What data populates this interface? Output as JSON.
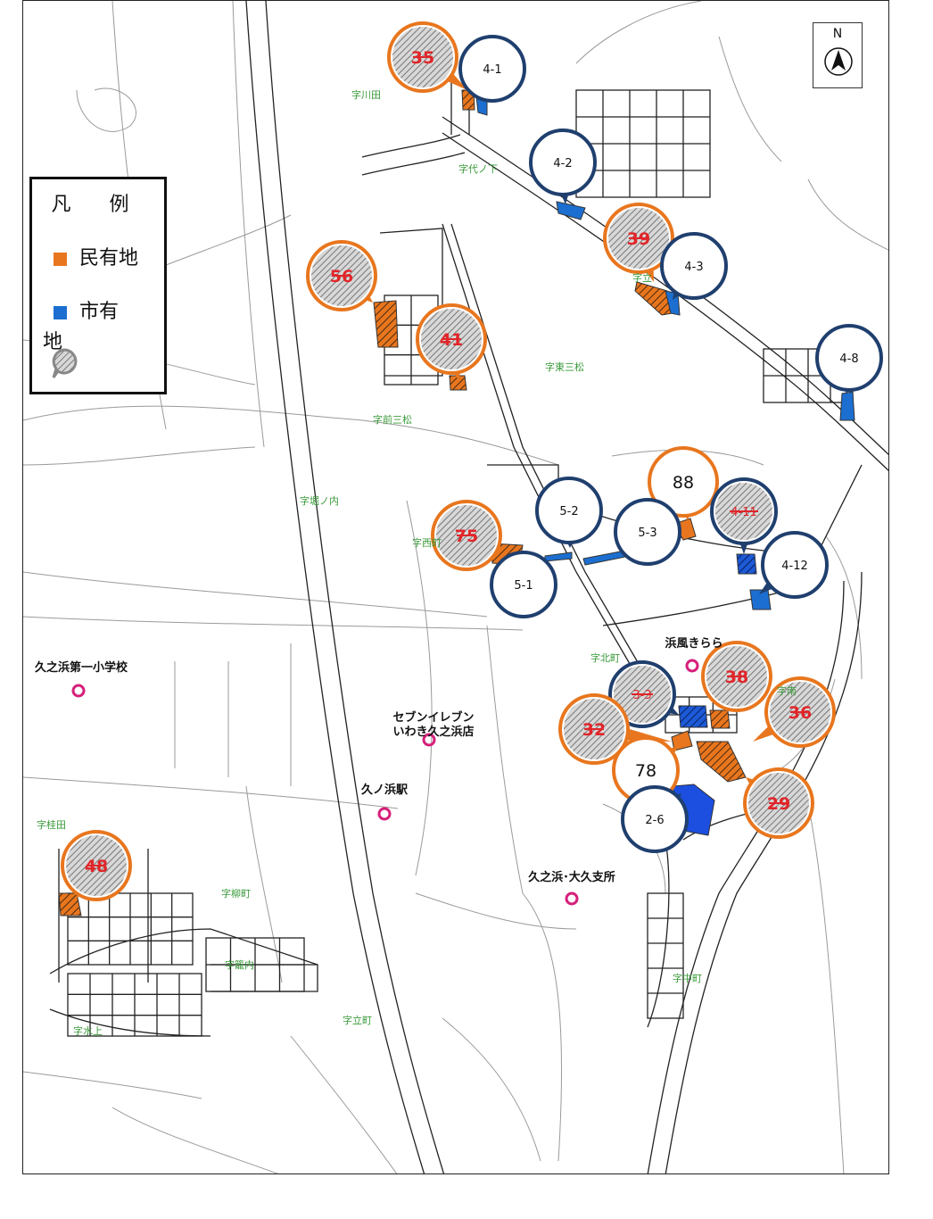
{
  "legend": {
    "title": "凡 例",
    "private_label": "民有地",
    "city_label": "市有",
    "orphan_char": "地",
    "private_color": "#e8761e",
    "city_color": "#1c6fd0",
    "marker_icon": "hatched-pin-icon"
  },
  "north": {
    "label": "N",
    "icon": "north-arrow-icon"
  },
  "places": [
    {
      "id": "kawada",
      "label": "字川田"
    },
    {
      "id": "shiroshita",
      "label": "字代ノ下"
    },
    {
      "id": "tachi",
      "label": "字立"
    },
    {
      "id": "higashisanmatsu",
      "label": "字東三松"
    },
    {
      "id": "maesanmatsu",
      "label": "字前三松"
    },
    {
      "id": "horinouchi",
      "label": "字堀ノ内"
    },
    {
      "id": "nishimachi",
      "label": "字西町"
    },
    {
      "id": "kitamachi",
      "label": "字北町"
    },
    {
      "id": "minami",
      "label": "字南"
    },
    {
      "id": "katsuramachi",
      "label": "字桂田"
    },
    {
      "id": "yanagimachi",
      "label": "字柳町"
    },
    {
      "id": "kagouchi",
      "label": "字籠内"
    },
    {
      "id": "mizukami",
      "label": "字水上"
    },
    {
      "id": "tatemachi",
      "label": "字立町"
    },
    {
      "id": "nakamachi",
      "label": "字中町"
    }
  ],
  "landmarks": [
    {
      "id": "school",
      "label": "久之浜第一小学校"
    },
    {
      "id": "seven",
      "label": "セブンイレブン\nいわき久之浜店"
    },
    {
      "id": "station",
      "label": "久ノ浜駅"
    },
    {
      "id": "kirara",
      "label": "浜風きらら"
    },
    {
      "id": "office",
      "label": "久之浜･大久支所"
    }
  ],
  "markers": [
    {
      "id": "35",
      "label": "35",
      "kind": "private",
      "struck": true
    },
    {
      "id": "4-1",
      "label": "4-1",
      "kind": "city",
      "struck": false
    },
    {
      "id": "4-2",
      "label": "4-2",
      "kind": "city",
      "struck": false
    },
    {
      "id": "39",
      "label": "39",
      "kind": "private",
      "struck": true
    },
    {
      "id": "4-3",
      "label": "4-3",
      "kind": "city",
      "struck": false
    },
    {
      "id": "56",
      "label": "56",
      "kind": "private",
      "struck": true
    },
    {
      "id": "41",
      "label": "41",
      "kind": "private",
      "struck": true
    },
    {
      "id": "4-8",
      "label": "4-8",
      "kind": "city",
      "struck": false
    },
    {
      "id": "88",
      "label": "88",
      "kind": "private",
      "struck": false
    },
    {
      "id": "4-11",
      "label": "4-11",
      "kind": "orphan",
      "struck": true
    },
    {
      "id": "5-2",
      "label": "5-2",
      "kind": "city",
      "struck": false
    },
    {
      "id": "5-3",
      "label": "5-3",
      "kind": "city",
      "struck": false
    },
    {
      "id": "75",
      "label": "75",
      "kind": "private",
      "struck": true
    },
    {
      "id": "4-12",
      "label": "4-12",
      "kind": "city",
      "struck": false
    },
    {
      "id": "5-1",
      "label": "5-1",
      "kind": "city",
      "struck": false
    },
    {
      "id": "38",
      "label": "38",
      "kind": "private",
      "struck": true
    },
    {
      "id": "3-3",
      "label": "3-3",
      "kind": "orphan",
      "struck": true
    },
    {
      "id": "36",
      "label": "36",
      "kind": "private",
      "struck": true
    },
    {
      "id": "32",
      "label": "32",
      "kind": "private",
      "struck": true
    },
    {
      "id": "78",
      "label": "78",
      "kind": "private",
      "struck": false
    },
    {
      "id": "29",
      "label": "29",
      "kind": "private",
      "struck": true
    },
    {
      "id": "2-6",
      "label": "2-6",
      "kind": "city",
      "struck": false
    },
    {
      "id": "48",
      "label": "48",
      "kind": "private",
      "struck": true
    }
  ]
}
